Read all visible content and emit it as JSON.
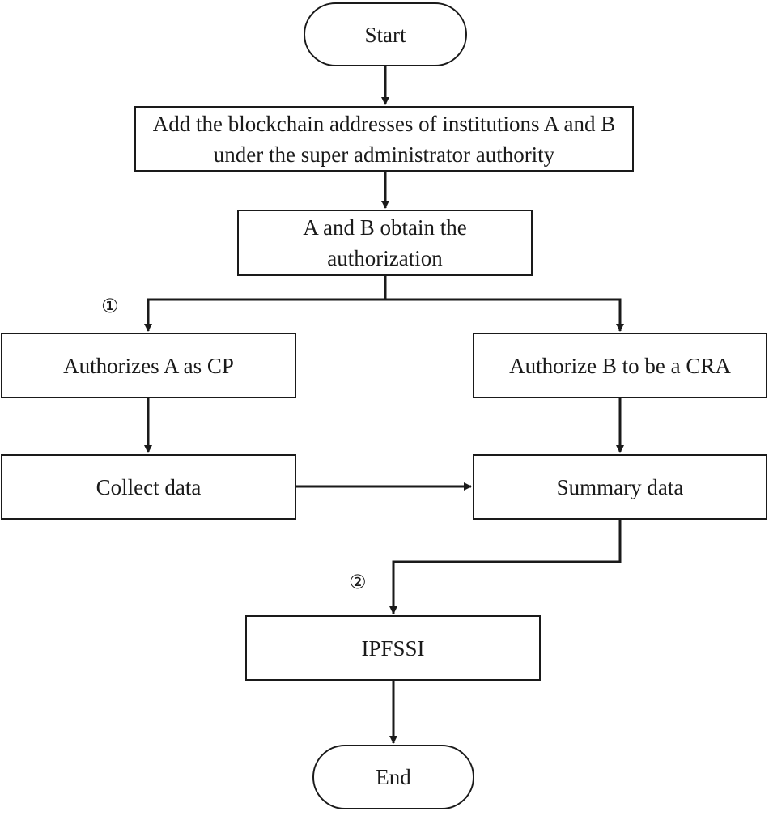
{
  "nodes": {
    "start": "Start",
    "add_addresses": "Add the blockchain addresses of institutions A and B under the super administrator authority",
    "obtain_authorization": "A and B obtain the authorization",
    "authorize_a": "Authorizes A as CP",
    "authorize_b": "Authorize B to be a CRA",
    "collect_data": "Collect data",
    "summary_data": "Summary data",
    "ipfssi": "IPFSSI",
    "end": "End"
  },
  "markers": {
    "step_1": "①",
    "step_2": "②"
  },
  "edges": [
    {
      "from": "start",
      "to": "add_addresses"
    },
    {
      "from": "add_addresses",
      "to": "obtain_authorization"
    },
    {
      "from": "obtain_authorization",
      "to": "authorize_a"
    },
    {
      "from": "obtain_authorization",
      "to": "authorize_b"
    },
    {
      "from": "authorize_a",
      "to": "collect_data"
    },
    {
      "from": "authorize_b",
      "to": "summary_data"
    },
    {
      "from": "collect_data",
      "to": "summary_data"
    },
    {
      "from": "summary_data",
      "to": "ipfssi"
    },
    {
      "from": "ipfssi",
      "to": "end"
    }
  ],
  "colors": {
    "stroke": "#1a1a1a",
    "background": "#ffffff"
  }
}
